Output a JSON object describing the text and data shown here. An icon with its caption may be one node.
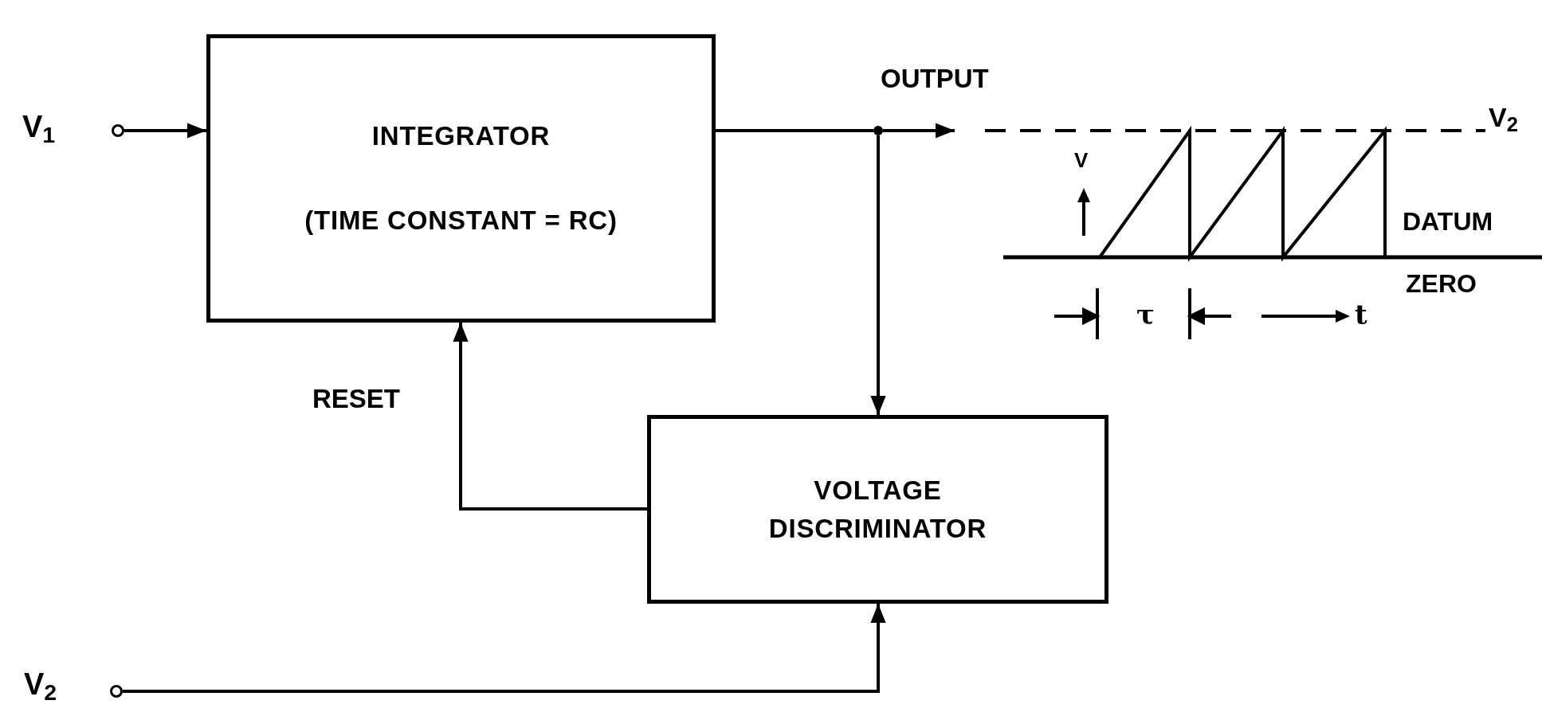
{
  "diagram": {
    "nodes": [
      {
        "text": [],
        "shape": "circle",
        "beside": [
          "V$_{1}$"
        ]
      },
      {
        "text": [
          "INTEGRATOR",
          "(TIME CONSTANT = RC)"
        ]
      },
      {
        "text": [],
        "shape": "circle"
      },
      {
        "text": [
          "VOLTAGE DISCRIMINATOR"
        ]
      },
      {
        "text": [],
        "shape": "circle",
        "beside": [
          "V$_{2}$"
        ]
      }
    ],
    "edges": [
      {
        "from": 0,
        "to": 1,
        "arrow": "to"
      },
      {
        "from": 1,
        "to": 2,
        "arrow": "none"
      },
      {
        "from": 2,
        "to": null,
        "arrow": "to",
        "label": "OUTPUT"
      },
      {
        "from": 2,
        "to": 3,
        "arrow": "to"
      },
      {
        "from": 3,
        "to": 1,
        "arrow": "to",
        "label": "RESET"
      },
      {
        "from": 4,
        "to": 3,
        "arrow": "to"
      }
    ],
    "labels": [
      "V$_{2}$",
      "V",
      "DATUM",
      "ZERO",
      "τ",
      "t"
    ]
  }
}
